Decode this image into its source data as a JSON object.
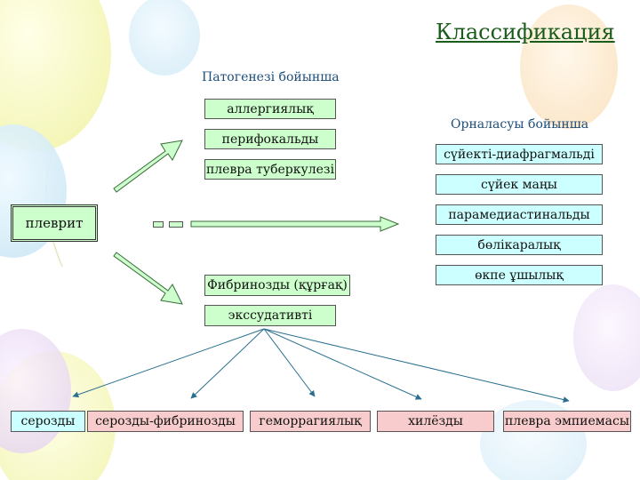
{
  "title": "Классификация",
  "center": "плеврит",
  "pathogenesis": {
    "heading": "Патогенезі бойынша",
    "items": [
      "аллергиялық",
      "перифокальды",
      "плевра туберкулезі"
    ]
  },
  "localization": {
    "heading": "Орналасуы бойынша",
    "items": [
      "сүйекті-диафрагмальді",
      "сүйек маңы",
      "парамедиастинальды",
      "бөлікаралық",
      "өкпе ұшылық"
    ]
  },
  "exudate": {
    "items": [
      "Фибринозды (құрғақ)",
      "экссудативті"
    ]
  },
  "exudate_types": [
    "серозды",
    "серозды-фибринозды",
    "геморрагиялық",
    "хилёзды",
    "плевра эмпиемасы"
  ],
  "colors": {
    "box_green": "#ccffcc",
    "box_cyan": "#ccffff",
    "box_pink": "#f8cccc",
    "title": "#1a5c1a",
    "heading": "#1f4e79",
    "arrow_line": "#2a6f8f"
  }
}
